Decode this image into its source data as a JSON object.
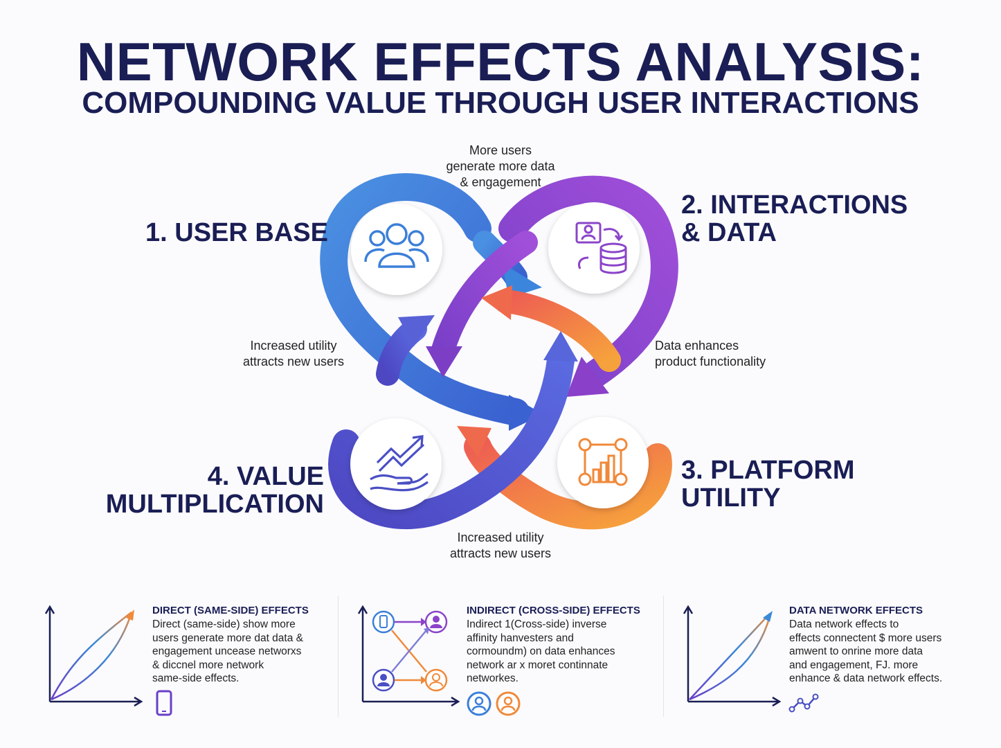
{
  "title": "NETWORK EFFECTS ANALYSIS:",
  "subtitle": "COMPOUNDING VALUE THROUGH USER INTERACTIONS",
  "stages": {
    "user_base": {
      "line1": "1. USER BASE",
      "icon": "users-group-icon",
      "color": "#3b7fd9"
    },
    "interactions": {
      "line1": "2. INTERACTIONS",
      "line2": "& DATA",
      "icon": "chat-database-icon",
      "color": "#8b44c9"
    },
    "platform": {
      "line1": "3. PLATFORM",
      "line2": "UTILITY",
      "icon": "bar-chart-network-icon",
      "color": "#f0893a"
    },
    "value": {
      "line1": "4. VALUE",
      "line2": "MULTIPLICATION",
      "icon": "growth-hand-icon",
      "color": "#4a4fc4"
    }
  },
  "notes": {
    "top": [
      "More users",
      "generate more data",
      "& engagement"
    ],
    "left": [
      "Increased utility",
      "attracts new users"
    ],
    "right": [
      "Data enhances",
      "product functionality"
    ],
    "bottom": [
      "Increased utility",
      "attracts new users"
    ]
  },
  "panels": [
    {
      "title": "DIRECT (SAME-SIDE) EFFECTS",
      "lines": [
        "Direct (same-side) show more",
        "users generate more dat data &",
        "engagement uncease networxs",
        "& diccnel more network",
        "same-side effects."
      ],
      "icon": "smartphone-icon"
    },
    {
      "title": "INDIRECT (CROSS-SIDE) EFFECTS",
      "lines": [
        "Indirect 1(Cross-side) inverse",
        "affinity hanvesters and",
        "cormoundm) on data enhances",
        "network ar x moret continnate",
        "networkes."
      ],
      "icon": "users-pair-icon"
    },
    {
      "title": "DATA NETWORK EFFECTS",
      "lines": [
        "Data network effects to",
        "effects connectent $ more users",
        "amwent to onrine more data",
        "and engagement, FJ. more",
        "enhance & data network effects."
      ],
      "icon": "network-nodes-icon"
    }
  ],
  "colors": {
    "blue": "#3b7fd9",
    "purple": "#8b44c9",
    "orange": "#f0893a",
    "indigo": "#4a4fc4",
    "navy": "#1a1e55"
  }
}
